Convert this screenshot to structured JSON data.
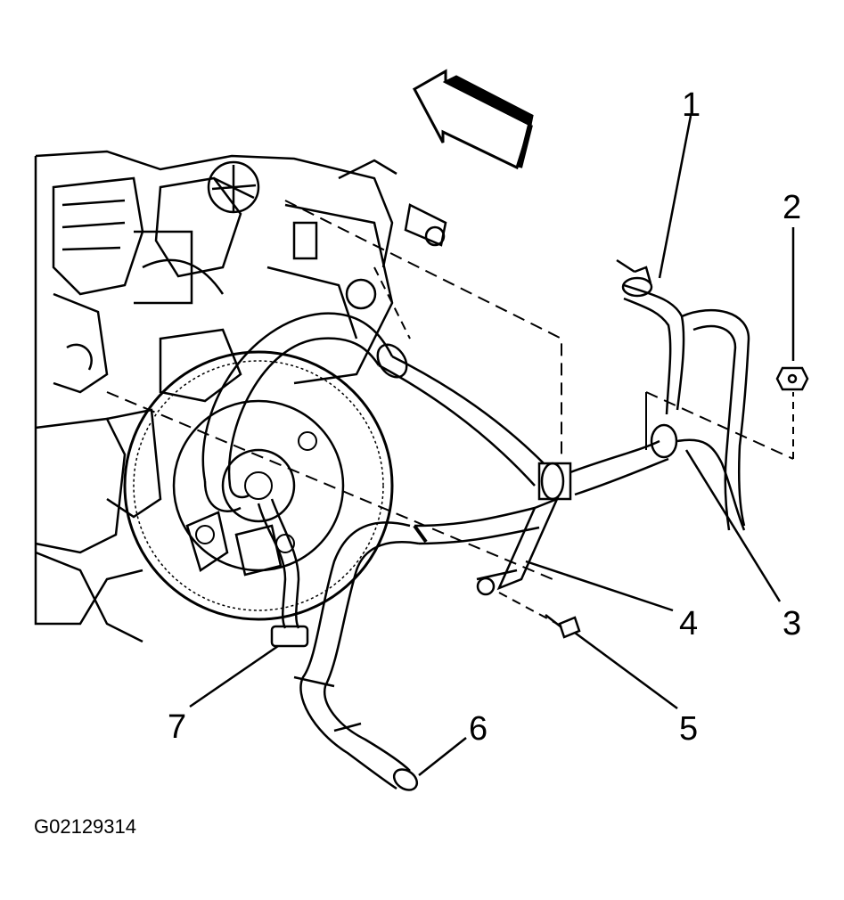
{
  "diagram": {
    "figure_id": "G02129314",
    "callouts": [
      {
        "id": "1",
        "label": "1"
      },
      {
        "id": "2",
        "label": "2"
      },
      {
        "id": "3",
        "label": "3"
      },
      {
        "id": "4",
        "label": "4"
      },
      {
        "id": "5",
        "label": "5"
      },
      {
        "id": "6",
        "label": "6"
      },
      {
        "id": "7",
        "label": "7"
      }
    ],
    "colors": {
      "ink": "#000000",
      "paper": "#ffffff"
    }
  }
}
